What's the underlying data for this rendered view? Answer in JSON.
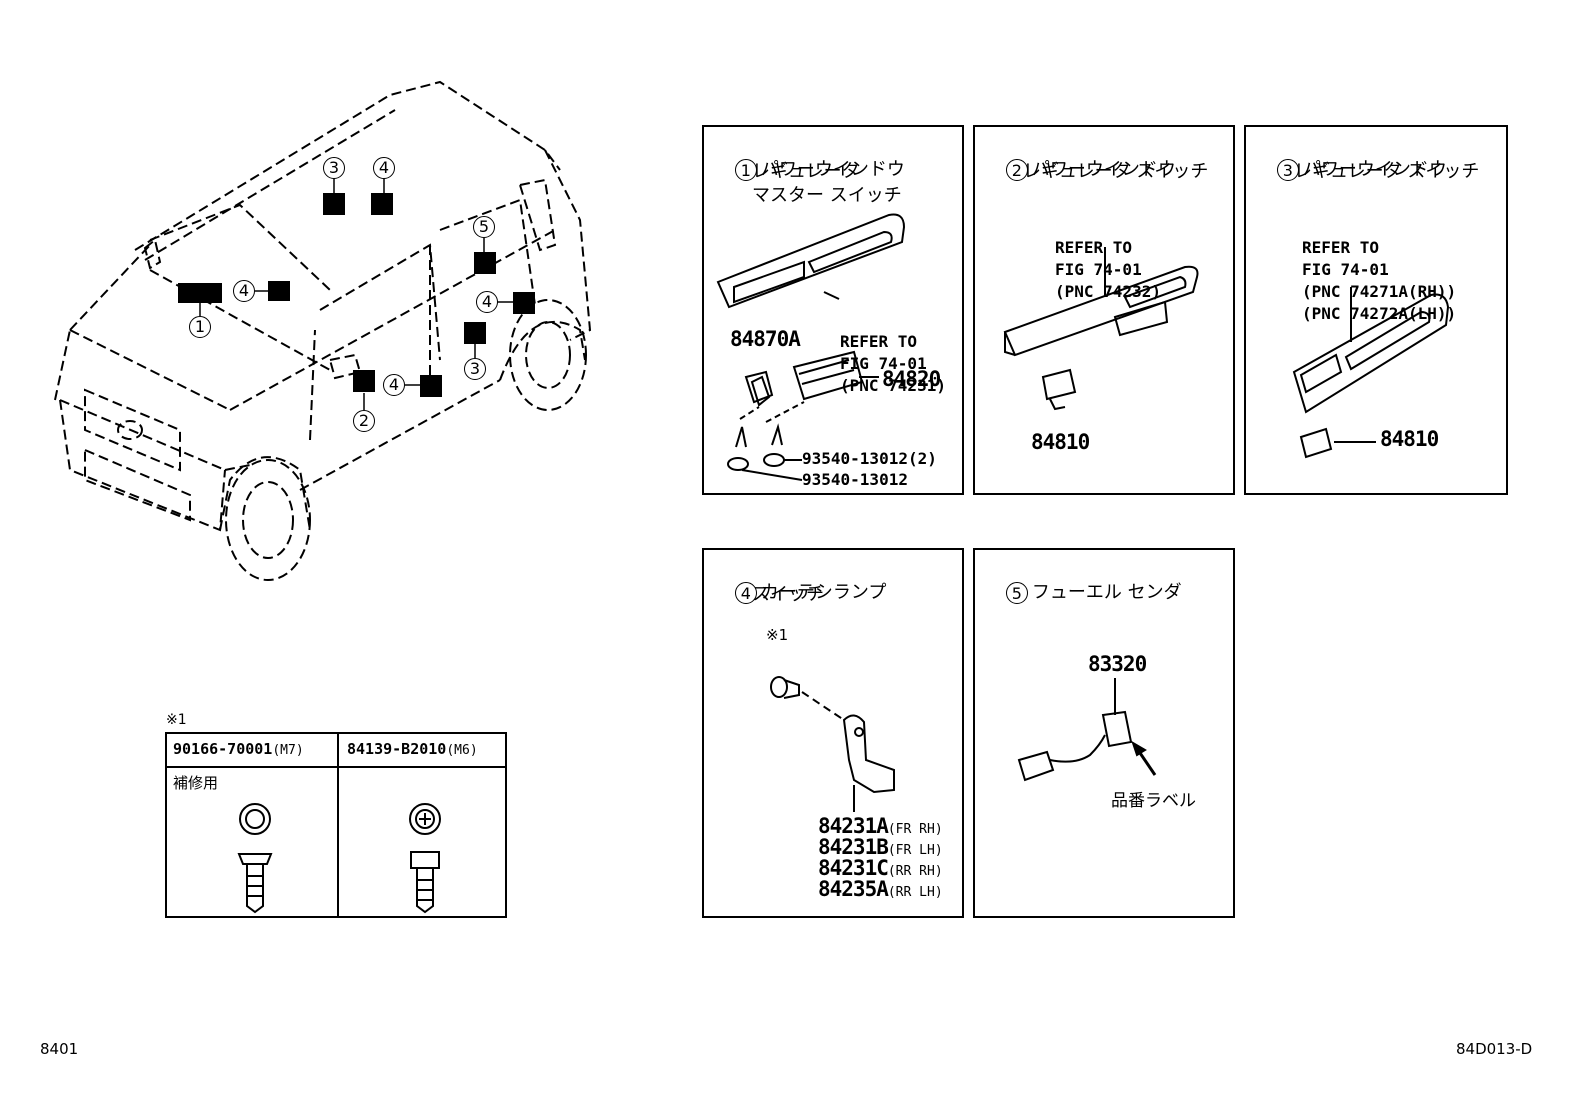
{
  "panels": {
    "p1": {
      "num": "1",
      "title_lines": [
        "パワーウインドウ",
        "レギュレータ",
        "マスター スイッチ"
      ],
      "refer": [
        "REFER TO",
        "FIG 74-01",
        "(PNC 74231)"
      ],
      "parts": [
        "84870A",
        "84820",
        "93540-13012(2)",
        "93540-13012"
      ]
    },
    "p2": {
      "num": "2",
      "title_lines": [
        "パワーウインドウ",
        "レギュレータ スイッチ"
      ],
      "refer": [
        "REFER TO",
        "FIG 74-01",
        "(PNC 74232)"
      ],
      "parts": [
        "84810"
      ]
    },
    "p3": {
      "num": "3",
      "title_lines": [
        "パワーウインドウ",
        "レギュレータ スイッチ"
      ],
      "refer": [
        "REFER TO",
        "FIG 74-01",
        "(PNC 74271A(RH))",
        "(PNC 74272A(LH))"
      ],
      "parts": [
        "84810"
      ]
    },
    "p4": {
      "num": "4",
      "title_lines": [
        "カーテシランプ",
        "スイッチ"
      ],
      "note": "※1",
      "parts": [
        {
          "no": "84231A",
          "pos": "(FR RH)"
        },
        {
          "no": "84231B",
          "pos": "(FR LH)"
        },
        {
          "no": "84231C",
          "pos": "(RR RH)"
        },
        {
          "no": "84235A",
          "pos": "(RR LH)"
        }
      ]
    },
    "p5": {
      "num": "5",
      "title_lines": [
        "フューエル センダ"
      ],
      "parts": [
        "83320"
      ],
      "label": "品番ラベル"
    }
  },
  "bolt_table": {
    "note": "※1",
    "col1": {
      "part": "90166-70001",
      "size": "(M7)",
      "sub": "補修用"
    },
    "col2": {
      "part": "84139-B2010",
      "size": "(M6)"
    }
  },
  "car_callouts": [
    "3",
    "4",
    "5",
    "4",
    "4",
    "1",
    "2",
    "4",
    "3"
  ],
  "footer": {
    "left": "8401",
    "right": "84D013-D"
  }
}
